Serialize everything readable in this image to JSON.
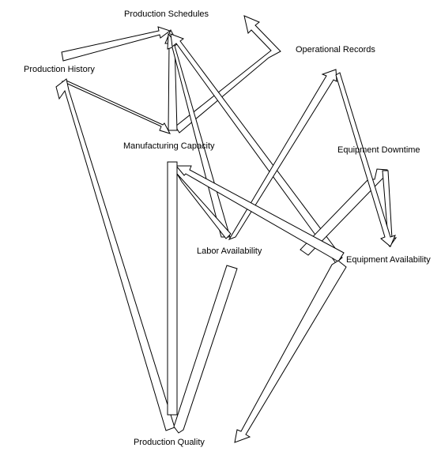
{
  "nodes": {
    "production_schedules": "Production Schedules",
    "operational_records": "Operational Records",
    "production_history": "Production History",
    "manufacturing_capacity": "Manufacturing Capacity",
    "equipment_downtime": "Equipment Downtime",
    "labor_availability": "Labor Availability",
    "equipment_availability": "Equipment Availability",
    "production_quality": "Production Quality"
  },
  "colors": {
    "stroke": "#000000",
    "fill": "#ffffff",
    "text": "#000000"
  }
}
